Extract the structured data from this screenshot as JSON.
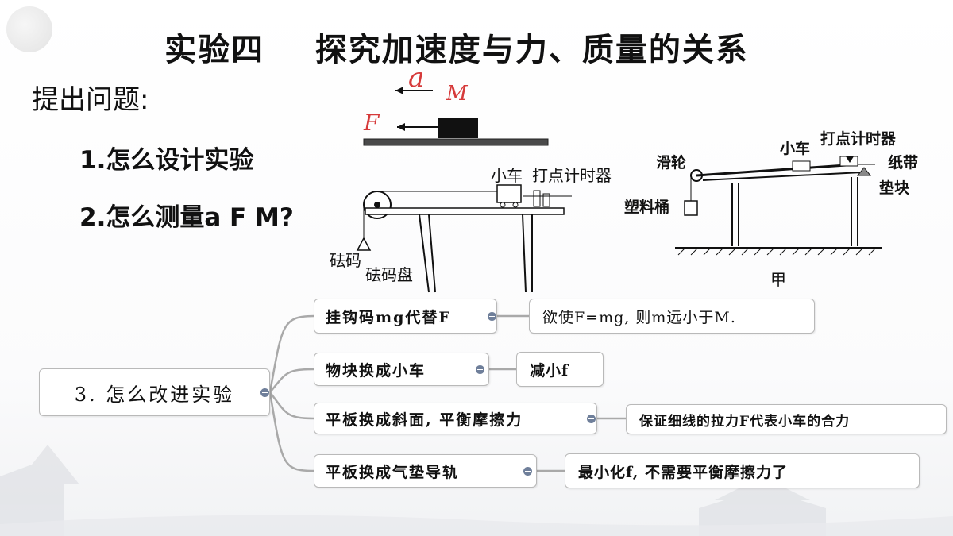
{
  "title": "实验四    探究加速度与力、质量的关系",
  "heading": "提出问题:",
  "questions": [
    "1.怎么设计实验",
    "2.怎么测量a F M?"
  ],
  "force_diagram": {
    "accel": "a",
    "mass": "M",
    "force": "F"
  },
  "apparatus_left": {
    "cart": "小车",
    "timer": "打点计时器",
    "weights": "砝码",
    "pan": "砝码盘"
  },
  "apparatus_right": {
    "pulley": "滑轮",
    "cart": "小车",
    "timer": "打点计时器",
    "tape": "纸带",
    "bucket": "塑料桶",
    "block": "垫块",
    "caption": "甲"
  },
  "mindmap": {
    "root": "3. 怎么改进实验",
    "branches": [
      {
        "label": "挂钩码mg代替F",
        "detail": "欲使F=mg, 则m远小于M."
      },
      {
        "label": "物块换成小车",
        "detail": "减小f"
      },
      {
        "label": "平板换成斜面, 平衡摩擦力",
        "detail": "保证细线的拉力F代表小车的合力"
      },
      {
        "label": "平板换成气垫导轨",
        "detail": "最小化f, 不需要平衡摩擦力了"
      }
    ]
  },
  "colors": {
    "accent_red": "#d63a3a",
    "connector": "#a9a9a9",
    "collapse_badge": "#6f7f9a"
  }
}
